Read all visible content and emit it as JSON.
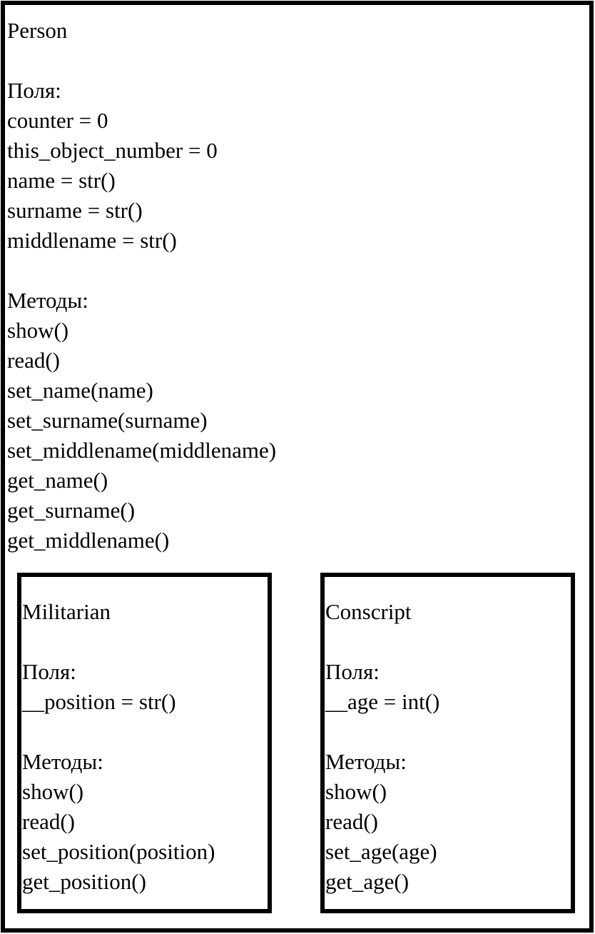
{
  "person": {
    "name": "Person",
    "fields_label": "Поля:",
    "fields": [
      "counter = 0",
      "this_object_number = 0",
      "name = str()",
      "surname = str()",
      "middlename = str()"
    ],
    "methods_label": "Методы:",
    "methods": [
      "show()",
      "read()",
      "set_name(name)",
      "set_surname(surname)",
      "set_middlename(middlename)",
      "get_name()",
      "get_surname()",
      "get_middlename()"
    ]
  },
  "militarian": {
    "name": "Militarian",
    "fields_label": "Поля:",
    "fields": [
      "__position = str()"
    ],
    "methods_label": "Методы:",
    "methods": [
      "show()",
      "read()",
      "set_position(position)",
      "get_position()"
    ]
  },
  "conscript": {
    "name": "Conscript",
    "fields_label": "Поля:",
    "fields": [
      "__age = int()"
    ],
    "methods_label": "Методы:",
    "methods": [
      "show()",
      "read()",
      "set_age(age)",
      "get_age()"
    ]
  }
}
